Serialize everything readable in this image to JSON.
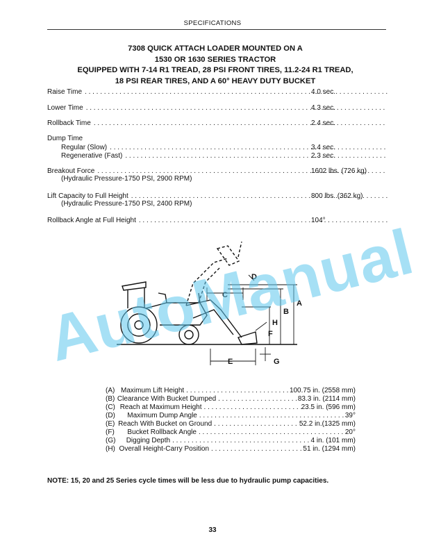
{
  "header": {
    "section": "SPECIFICATIONS"
  },
  "title": {
    "line1": "7308 QUICK ATTACH LOADER MOUNTED ON A",
    "line2": "1530 OR 1630 SERIES TRACTOR",
    "line3": "EQUIPPED WITH 7-14 R1 TREAD, 28 PSI FRONT TIRES, 11.2-24 R1 TREAD,",
    "line4": "18 PSI REAR TIRES, AND A 60° HEAVY DUTY BUCKET"
  },
  "specs": {
    "raise": {
      "label": "Raise Time",
      "value": "4.0 sec."
    },
    "lower": {
      "label": "Lower Time",
      "value": "4.3 sec."
    },
    "rollback": {
      "label": "Rollback Time",
      "value": "2.4 sec."
    },
    "dump_heading": "Dump Time",
    "dump_regular": {
      "label": "Regular (Slow)",
      "value": "3.4 sec."
    },
    "dump_regen": {
      "label": "Regenerative (Fast)",
      "value": "2.3 sec."
    },
    "breakout": {
      "label": "Breakout Force",
      "value": "1602 lbs. (726 kg)",
      "note": "(Hydraulic Pressure-1750 PSI, 2900 RPM)"
    },
    "lift": {
      "label": "Lift Capacity to Full Height",
      "value": "800 lbs. (362 kg)",
      "note": "(Hydraulic Pressure-1750 PSI, 2400 RPM)"
    },
    "rollback_angle": {
      "label": "Rollback Angle at Full Height",
      "value": "104°"
    }
  },
  "diagram": {
    "labels": {
      "a": "A",
      "b": "B",
      "c": "C",
      "d": "D",
      "e": "E",
      "f": "F",
      "g": "G",
      "h": "H"
    }
  },
  "legend": [
    {
      "code": "(A)",
      "desc": "Maximum Lift Height",
      "value": "100.75 in. (2558 mm)"
    },
    {
      "code": "(B)",
      "desc": "Clearance With Bucket Dumped",
      "value": "83.3 in. (2114 mm)"
    },
    {
      "code": "(C)",
      "desc": "Reach at Maximum Height",
      "value": "23.5 in. (596 mm)"
    },
    {
      "code": "(D)",
      "desc": "Maximum Dump Angle",
      "value": "39°"
    },
    {
      "code": "(E)",
      "desc": "Reach With Bucket on Ground",
      "value": "52.2 in.(1325 mm)"
    },
    {
      "code": "(F)",
      "desc": "Bucket Rollback Angle",
      "value": "20°"
    },
    {
      "code": "(G)",
      "desc": "Digging Depth",
      "value": "4 in. (101 mm)"
    },
    {
      "code": "(H)",
      "desc": "Overall Height-Carry Position",
      "value": "51 in. (1294 mm)"
    }
  ],
  "note": "NOTE: 15, 20 and 25 Series cycle times will be less due to hydraulic pump capacities.",
  "page_number": "33",
  "watermark": "AutoManual",
  "colors": {
    "watermark": "#5fc7ee",
    "text": "#111111"
  }
}
